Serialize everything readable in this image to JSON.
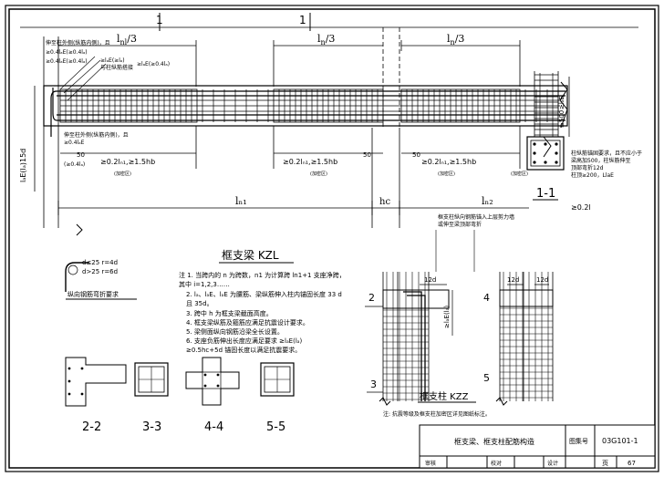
{
  "elevation": {
    "axis_top_1": "1",
    "axis_top_2": "1",
    "ln3_a": "l",
    "ln3_a_sub": "nl",
    "ln3_a_tail": "/3",
    "ln3_b": "l",
    "ln3_b_sub": "n",
    "ln3_b_tail": "/3",
    "ln3_c": "l",
    "ln3_c_sub": "n",
    "ln3_c_tail": "/3",
    "anchor_note_top": "伸至柱外侧(纵筋内侧)，且",
    "anchor_note_top_2": "≥0.4lₐE(≥0.4lₐ)",
    "anchor_note_top_3": "≥0.4lₐE(≥0.4lₐ)",
    "anchor_note_mid": "≥lₐE(≥lₐ)",
    "anchor_note_mid_2": "与柱纵筋搭接",
    "anchor_note_lae": "≥lₐE(≥0.4lₐ)",
    "vertical_dim_left": "lₐE(lₐ)15d",
    "anchor_note_low": "伸至柱外侧(纵筋内侧)，且",
    "anchor_note_low_2": "≥0.4lₐE",
    "anchor_note_low_3": "(≥0.4lₐ)",
    "dim_50_a": "50",
    "dim_50_b": "50",
    "dim_50_c": "50",
    "dim_02_a": "≥0.2lₙ₁,≥1.5hb",
    "dim_02_b": "≥0.2lₙ₁,≥1.5hb",
    "dim_02_c": "≥0.2lₙ₁,≥1.5hb",
    "sub_a": "(加密区)",
    "sub_b": "(加密区)",
    "sub_c": "(加密区)",
    "sub_d": "(加密区)",
    "span_ln1": "lₙ₁",
    "span_hc": "hc",
    "span_ln2": "lₙ₂",
    "note_ld": "≥lₐE",
    "ld_500": "≥500"
  },
  "section_1_1": {
    "label": "1-1",
    "dim_side": "≥lₐE",
    "dim_bottom": "≥0.2l",
    "note_1": "柱纵筋锚固要求，且不应小于",
    "note_2": "梁高加500，柱纵筋伸至",
    "note_3": "顶部弯折12d",
    "note_4": "柱顶≥200，LlaE"
  },
  "kzl": {
    "title": "框支梁 KZL",
    "hook_d1": "d≤25  r=4d",
    "hook_d2": "d>25  r=6d",
    "hook_label": "纵向钢筋弯折要求",
    "notes": [
      "注 1. 当跨内的 n 为跨数，n1 为计算跨 ln1+1 支座净跨，",
      "    其中 i=1,2,3……",
      "2. lₐ、lₐE、lₐE 为腰筋、梁纵筋伸入柱内锚固长度 33 d",
      "    且 35d。",
      "3. 跨中 h 为框支梁截面高度。",
      "4. 框支梁纵筋及箍筋应满足抗震设计要求。",
      "5. 梁侧面纵向钢筋沿梁全长设置。",
      "6. 支座负筋伸出长度应满足要求  ≥lₐE(lₐ)",
      "   ≥0.5hc+5d 锚固长度以满足抗震要求。"
    ]
  },
  "kzz": {
    "title": "框支柱 KZZ",
    "left_12d": "12d",
    "right_12d_a": "12d",
    "right_12d_b": "12d",
    "left_lae": "≥lₐE(lₐ)",
    "label_2a": "2",
    "label_3": "3",
    "label_4": "4",
    "label_5": "5",
    "note_top": "框支柱纵向钢筋锚入上层剪力墙",
    "note_top_2": "或伸至梁顶部弯折",
    "note_bottom": "注: 抗震等级及框支柱加密区详见图纸标注。"
  },
  "sections": [
    "2-2",
    "3-3",
    "4-4",
    "5-5"
  ],
  "title_block": {
    "title": "框支梁、框支柱配筋构造",
    "atlas_label": "图集号",
    "atlas_no": "03G101-1",
    "review": "审核",
    "check": "校对",
    "design": "设计",
    "page": "页",
    "page_no": "67"
  }
}
